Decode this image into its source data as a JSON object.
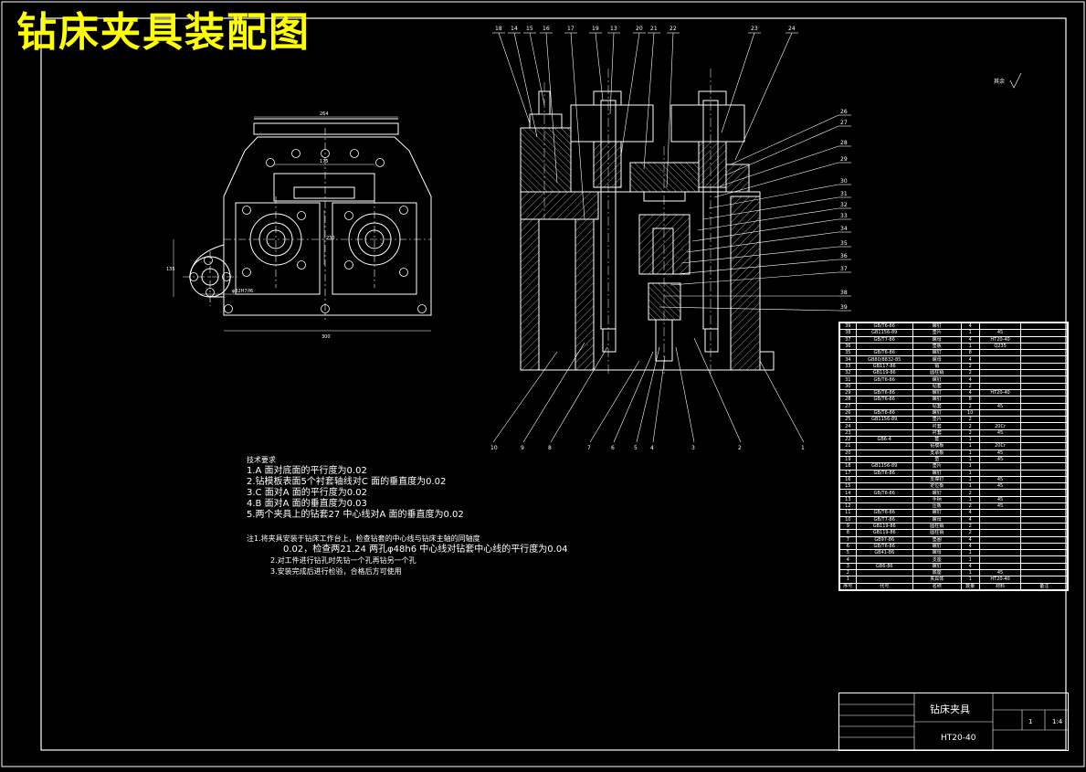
{
  "title": "钻床夹具装配图",
  "tech_requirements": {
    "heading": "技术要求",
    "items": [
      "1.A 面对底面的平行度为0.02",
      "2.钻模板表面5个衬套轴线对C 面的垂直度为0.02",
      "3.C 面对A 面的平行度为0.02",
      "4.B 面对A 面的垂直度为0.03",
      "5.两个夹具上的钻套27 中心线对A 面的垂直度为0.02"
    ],
    "notes": [
      "注1.将夹具安装于钻床工作台上，检查钻套的中心线与钻床主轴的同轴度",
      "0.02，检查两21.24 两孔φ48h6 中心线对钻套中心线的平行度为0.04",
      "2.对工件进行钻孔时先钻一个孔再钻另一个孔",
      "3.安装完成后进行检验，合格后方可使用"
    ]
  },
  "roughness": "其余",
  "balloons_top": [
    "18",
    "14",
    "15",
    "16",
    "17",
    "19",
    "13",
    "20",
    "21",
    "22",
    "23",
    "24"
  ],
  "balloons_right": [
    "26",
    "27",
    "28",
    "29",
    "30",
    "31",
    "32",
    "33",
    "34",
    "35",
    "36",
    "37",
    "38",
    "39"
  ],
  "balloons_bottom": [
    "10",
    "9",
    "8",
    "7",
    "6",
    "5",
    "4",
    "3",
    "2",
    "1"
  ],
  "plan_dims": [
    "264",
    "175",
    "230",
    "135",
    "φ32H7/f6",
    "300"
  ],
  "bom": {
    "rows": [
      [
        "39",
        "GB/T6-86",
        "螺钉",
        "4",
        "",
        ""
      ],
      [
        "38",
        "GB1156-89",
        "垫片",
        "1",
        "45",
        ""
      ],
      [
        "37",
        "GB/T7-86",
        "螺母",
        "4",
        "HT20-40",
        ""
      ],
      [
        "36",
        "",
        "垫板",
        "1",
        "Q235",
        ""
      ],
      [
        "35",
        "GB/T6-86",
        "螺钉",
        "8",
        "",
        ""
      ],
      [
        "34",
        "GB80/8832-85",
        "螺母",
        "4",
        "",
        ""
      ],
      [
        "33",
        "GB117-86",
        "销",
        "2",
        "",
        ""
      ],
      [
        "32",
        "GB119-86",
        "圆柱销",
        "2",
        "",
        ""
      ],
      [
        "31",
        "GB/T6-86",
        "螺钉",
        "4",
        "",
        ""
      ],
      [
        "30",
        "",
        "钻套",
        "2",
        "",
        ""
      ],
      [
        "29",
        "GB/T6-86",
        "螺钉",
        "4",
        "HT20-40",
        ""
      ],
      [
        "28",
        "GB/T6-86",
        "螺钉",
        "8",
        "",
        ""
      ],
      [
        "27",
        "",
        "钻套",
        "2",
        "45",
        ""
      ],
      [
        "26",
        "GB/T6-86",
        "螺钉",
        "10",
        "",
        ""
      ],
      [
        "25",
        "GB1156-89",
        "垫片",
        "2",
        "",
        ""
      ],
      [
        "24",
        "",
        "衬套",
        "2",
        "20Cr",
        ""
      ],
      [
        "23",
        "",
        "衬套",
        "2",
        "45",
        ""
      ],
      [
        "22",
        "GB6-4",
        "套",
        "1",
        "",
        ""
      ],
      [
        "21",
        "",
        "钻模板",
        "1",
        "20Cr",
        ""
      ],
      [
        "20",
        "",
        "支承板",
        "1",
        "45",
        ""
      ],
      [
        "19",
        "",
        "垫",
        "1",
        "45",
        ""
      ],
      [
        "18",
        "GB1156-89",
        "垫片",
        "1",
        "",
        ""
      ],
      [
        "17",
        "GB/T6-86",
        "螺钉",
        "1",
        "",
        ""
      ],
      [
        "16",
        "",
        "支撑钉",
        "1",
        "45",
        ""
      ],
      [
        "15",
        "",
        "定位板",
        "1",
        "45",
        ""
      ],
      [
        "14",
        "GB/T6-86",
        "螺钉",
        "2",
        "",
        ""
      ],
      [
        "13",
        "",
        "手柄",
        "1",
        "45",
        ""
      ],
      [
        "12",
        "",
        "压板",
        "2",
        "45",
        ""
      ],
      [
        "11",
        "GB/T6-86",
        "螺钉",
        "4",
        "",
        ""
      ],
      [
        "10",
        "GB/T7-86",
        "螺母",
        "4",
        "",
        ""
      ],
      [
        "9",
        "GB119-86",
        "圆柱销",
        "2",
        "",
        ""
      ],
      [
        "8",
        "GB119-86",
        "圆柱销",
        "2",
        "",
        ""
      ],
      [
        "7",
        "GB97-86",
        "垫圈",
        "4",
        "",
        ""
      ],
      [
        "6",
        "GB/T6-86",
        "螺钉",
        "4",
        "",
        ""
      ],
      [
        "5",
        "GB41-86",
        "螺母",
        "1",
        "",
        ""
      ],
      [
        "4",
        "",
        "支座",
        "1",
        "",
        ""
      ],
      [
        "3",
        "GB6-86",
        "螺钉",
        "4",
        "",
        ""
      ],
      [
        "2",
        "",
        "底座",
        "1",
        "45",
        ""
      ],
      [
        "1",
        "",
        "夹具体",
        "1",
        "HT20-40",
        ""
      ]
    ],
    "header": [
      "序号",
      "代号",
      "名称",
      "数量",
      "材料",
      "备注"
    ]
  },
  "title_block": {
    "name": "钻床夹具",
    "material": "HT20-40",
    "quantity": "1",
    "scale": "1:4"
  },
  "colors": {
    "line": "#ffffff",
    "title": "#ffff00",
    "hidden": "#00ffff",
    "hatch": "#ffffff"
  }
}
